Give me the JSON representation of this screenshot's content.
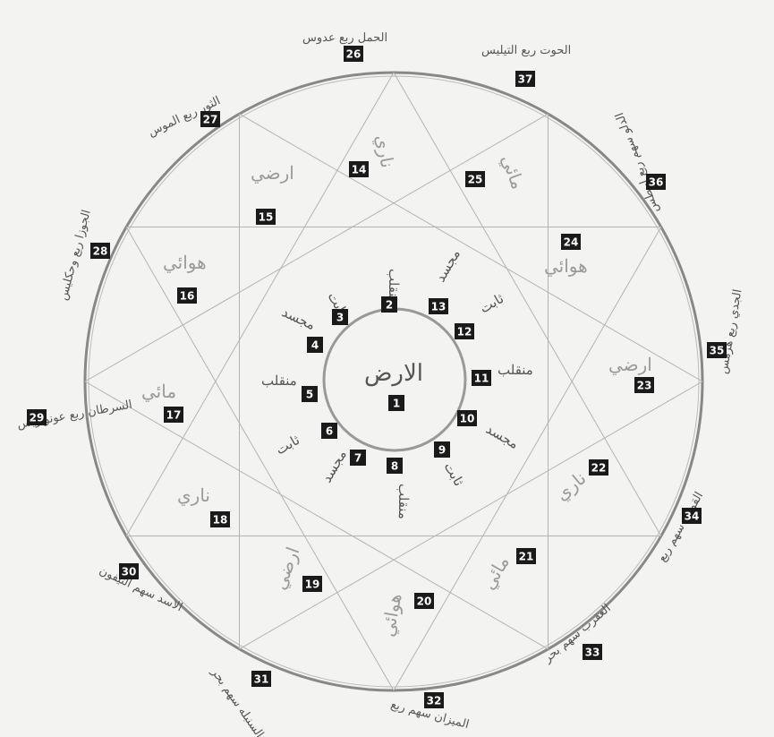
{
  "center_text": "الارض",
  "inner_words": [
    {
      "n": "2",
      "text": "منقلب"
    },
    {
      "n": "3",
      "text": "ثابت"
    },
    {
      "n": "4",
      "text": "مجسد"
    },
    {
      "n": "5",
      "text": "منقلب"
    },
    {
      "n": "6",
      "text": "ثابت"
    },
    {
      "n": "7",
      "text": "مجسد"
    },
    {
      "n": "8",
      "text": "منقلب"
    },
    {
      "n": "9",
      "text": "ثابت"
    },
    {
      "n": "10",
      "text": "مجسد"
    },
    {
      "n": "11",
      "text": "منقلب"
    },
    {
      "n": "12",
      "text": "ثابت"
    },
    {
      "n": "13",
      "text": "مجسد"
    }
  ],
  "star_words": [
    {
      "n": "14",
      "text": "ناري"
    },
    {
      "n": "15",
      "text": "ارضي"
    },
    {
      "n": "16",
      "text": "هوائي"
    },
    {
      "n": "17",
      "text": "مائي"
    },
    {
      "n": "18",
      "text": "ناري"
    },
    {
      "n": "19",
      "text": "ارضي"
    },
    {
      "n": "20",
      "text": "هوائي"
    },
    {
      "n": "21",
      "text": "مائي"
    },
    {
      "n": "22",
      "text": "ناري"
    },
    {
      "n": "23",
      "text": "ارضي"
    },
    {
      "n": "24",
      "text": "هوائي"
    },
    {
      "n": "25",
      "text": "مائي"
    }
  ],
  "outer_words": [
    {
      "n": "26",
      "text": "الحمل ربع عدوس"
    },
    {
      "n": "27",
      "text": "الثور ربع الموس"
    },
    {
      "n": "28",
      "text": "الجوزا ربع وحكليس"
    },
    {
      "n": "29",
      "text": "السرطان ربع عونواريس"
    },
    {
      "n": "30",
      "text": "الاسد سهم التيفون"
    },
    {
      "n": "31",
      "text": "السنبله سهم بحر"
    },
    {
      "n": "32",
      "text": "الميزان سهم ربع"
    },
    {
      "n": "33",
      "text": "العقرب سهم بحر"
    },
    {
      "n": "34",
      "text": "القوس سهم ربع"
    },
    {
      "n": "35",
      "text": "الجدي ربع هرمس"
    },
    {
      "n": "36",
      "text": "الدلو سهم ربع ابيطس"
    },
    {
      "n": "37",
      "text": "الحوت ربع التيليس"
    }
  ],
  "labels": {
    "center": "1"
  }
}
